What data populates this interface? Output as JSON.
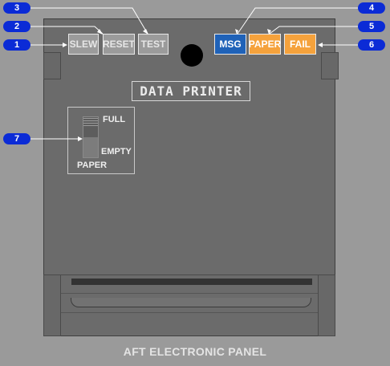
{
  "panel": {
    "buttons": [
      {
        "id": "slew",
        "label": "SLEW",
        "color": "#9b9b9b"
      },
      {
        "id": "reset",
        "label": "RESET",
        "color": "#9b9b9b"
      },
      {
        "id": "test",
        "label": "TEST",
        "color": "#9b9b9b"
      },
      {
        "id": "msg",
        "label": "MSG",
        "color": "#1f62b8"
      },
      {
        "id": "paper",
        "label": "PAPER",
        "color": "#f5a23c"
      },
      {
        "id": "fail",
        "label": "FAIL",
        "color": "#f5a23c"
      }
    ],
    "title": "DATA PRINTER",
    "gauge": {
      "full_label": "FULL",
      "empty_label": "EMPTY",
      "paper_label": "PAPER",
      "level_fraction": 0.5
    }
  },
  "caption": "AFT ELECTRONIC PANEL",
  "callouts": [
    "1",
    "2",
    "3",
    "4",
    "5",
    "6",
    "7"
  ],
  "colors": {
    "background": "#9a9a9a",
    "panel": "#6b6b6b",
    "callout": "#0b2bd6"
  }
}
